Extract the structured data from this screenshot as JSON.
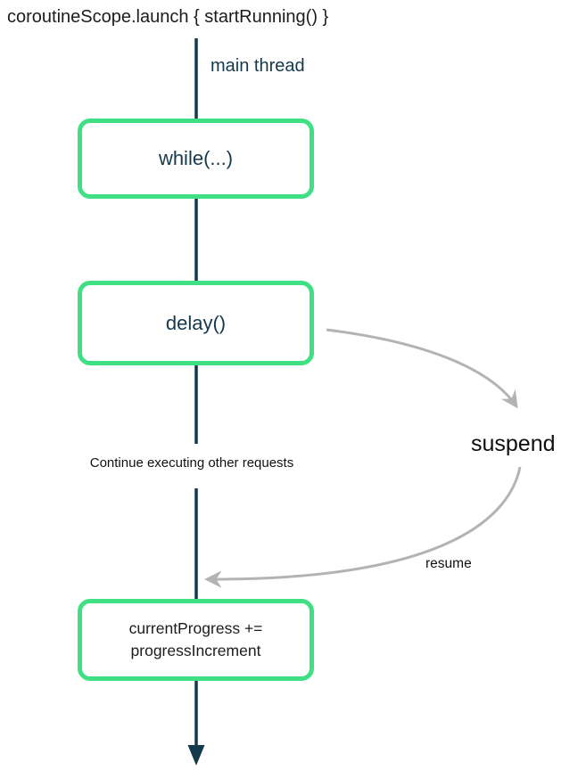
{
  "diagram": {
    "title": "coroutineScope.launch { startRunning() }",
    "thread_label": "main thread",
    "boxes": [
      {
        "label": "while(...)"
      },
      {
        "label": "delay()"
      },
      {
        "label_line1": "currentProgress +=",
        "label_line2": "progressIncrement"
      }
    ],
    "continue_label": "Continue executing other requests",
    "suspend_label": "suspend",
    "resume_label": "resume"
  },
  "colors": {
    "box_border_green": "#3ee083",
    "thread_navy": "#14384c",
    "arrow_gray": "#b3b3b3",
    "text_black": "#1c1c1c"
  }
}
